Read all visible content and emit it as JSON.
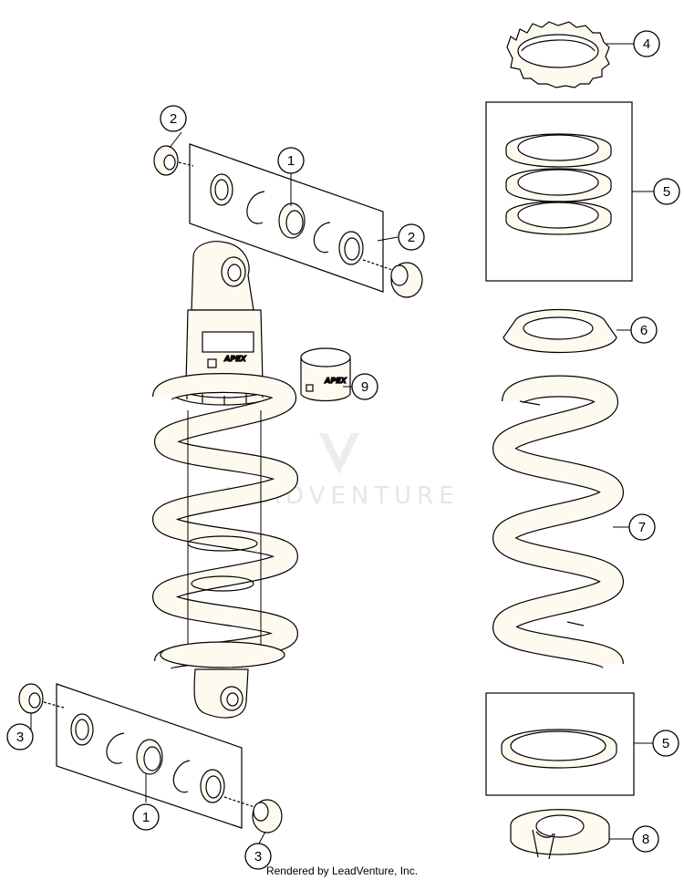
{
  "callouts": {
    "c1_top": "1",
    "c1_bottom": "1",
    "c2_top_left": "2",
    "c2_top_right": "2",
    "c3_left": "3",
    "c3_bottom": "3",
    "c4": "4",
    "c5_top": "5",
    "c5_bottom": "5",
    "c6": "6",
    "c7": "7",
    "c8": "8",
    "c9": "9"
  },
  "brand": {
    "shock_label": "APEX",
    "clip_label": "APEX"
  },
  "watermark": "LEADVENTURE",
  "footer": "Rendered by LeadVenture, Inc.",
  "colors": {
    "line": "#000000",
    "fill": "#fffaf0",
    "watermark": "#e6e6e6"
  }
}
